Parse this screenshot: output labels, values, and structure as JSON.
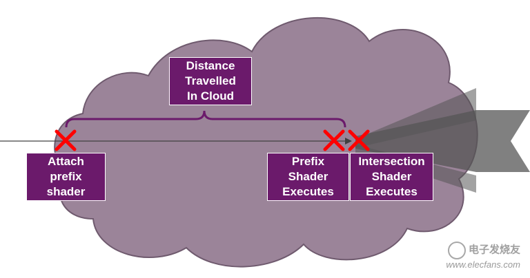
{
  "labels": {
    "distance": "Distance\nTravelled\nIn Cloud",
    "attach": "Attach\nprefix\nshader",
    "prefix_exec": "Prefix\nShader\nExecutes",
    "intersection_exec": "Intersection\nShader\nExecutes"
  },
  "watermark": {
    "chinese": "电子发烧友",
    "site": "www.elecfans.com"
  },
  "colors": {
    "cloud": "#9b8499",
    "cloud_outline": "#6f5a6e",
    "label_bg": "#6b1a6b",
    "bracket": "#6b1a6b",
    "cross": "#ff0000",
    "beam": "#555555",
    "ray": "#404040"
  },
  "icons": [
    "cross-mark-icon",
    "watermark-logo-icon"
  ]
}
